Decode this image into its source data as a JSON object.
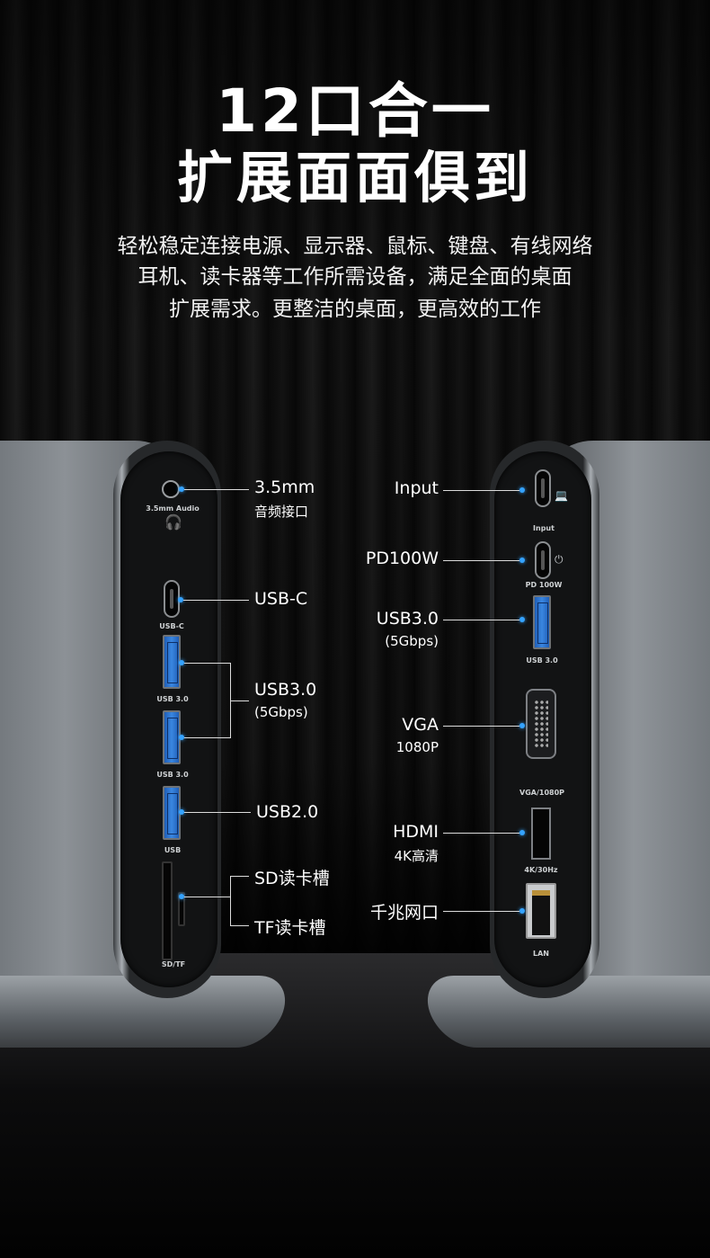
{
  "headline": {
    "line1": "12口合一",
    "line2": "扩展面面俱到"
  },
  "description": {
    "line1": "轻松稳定连接电源、显示器、鼠标、键盘、有线网络",
    "line2": "耳机、读卡器等工作所需设备，满足全面的桌面",
    "line3": "扩展需求。更整洁的桌面，更高效的工作"
  },
  "left_panel": {
    "port_labels": {
      "audio": "3.5mm Audio",
      "usbc": "USB-C",
      "usb3_a": "USB 3.0",
      "usb3_b": "USB 3.0",
      "usb2": "USB",
      "sdtf": "SD/TF"
    },
    "callouts": {
      "audio": "3.5mm",
      "audio_sub": "音频接口",
      "usbc": "USB-C",
      "usb3": "USB3.0",
      "usb3_sub": "(5Gbps)",
      "usb2": "USB2.0",
      "sd": "SD读卡槽",
      "tf": "TF读卡槽"
    },
    "icons": [
      "audio-jack-icon",
      "headphones-icon"
    ]
  },
  "right_panel": {
    "port_labels": {
      "input": "Input",
      "pd": "PD 100W",
      "usb3": "USB 3.0",
      "vga": "VGA/1080P",
      "hdmi": "4K/30Hz",
      "lan": "LAN"
    },
    "callouts": {
      "input": "Input",
      "pd": "PD100W",
      "usb3": "USB3.0",
      "usb3_sub": "(5Gbps)",
      "vga": "VGA",
      "vga_sub": "1080P",
      "hdmi": "HDMI",
      "hdmi_sub": "4K高清",
      "lan": "千兆网口"
    },
    "icons": [
      "laptop-icon",
      "power-icon"
    ]
  },
  "colors": {
    "usb3_blue": "#2f78d6",
    "callout_dot": "#35a3ff",
    "aluminum": "#8c9196"
  }
}
